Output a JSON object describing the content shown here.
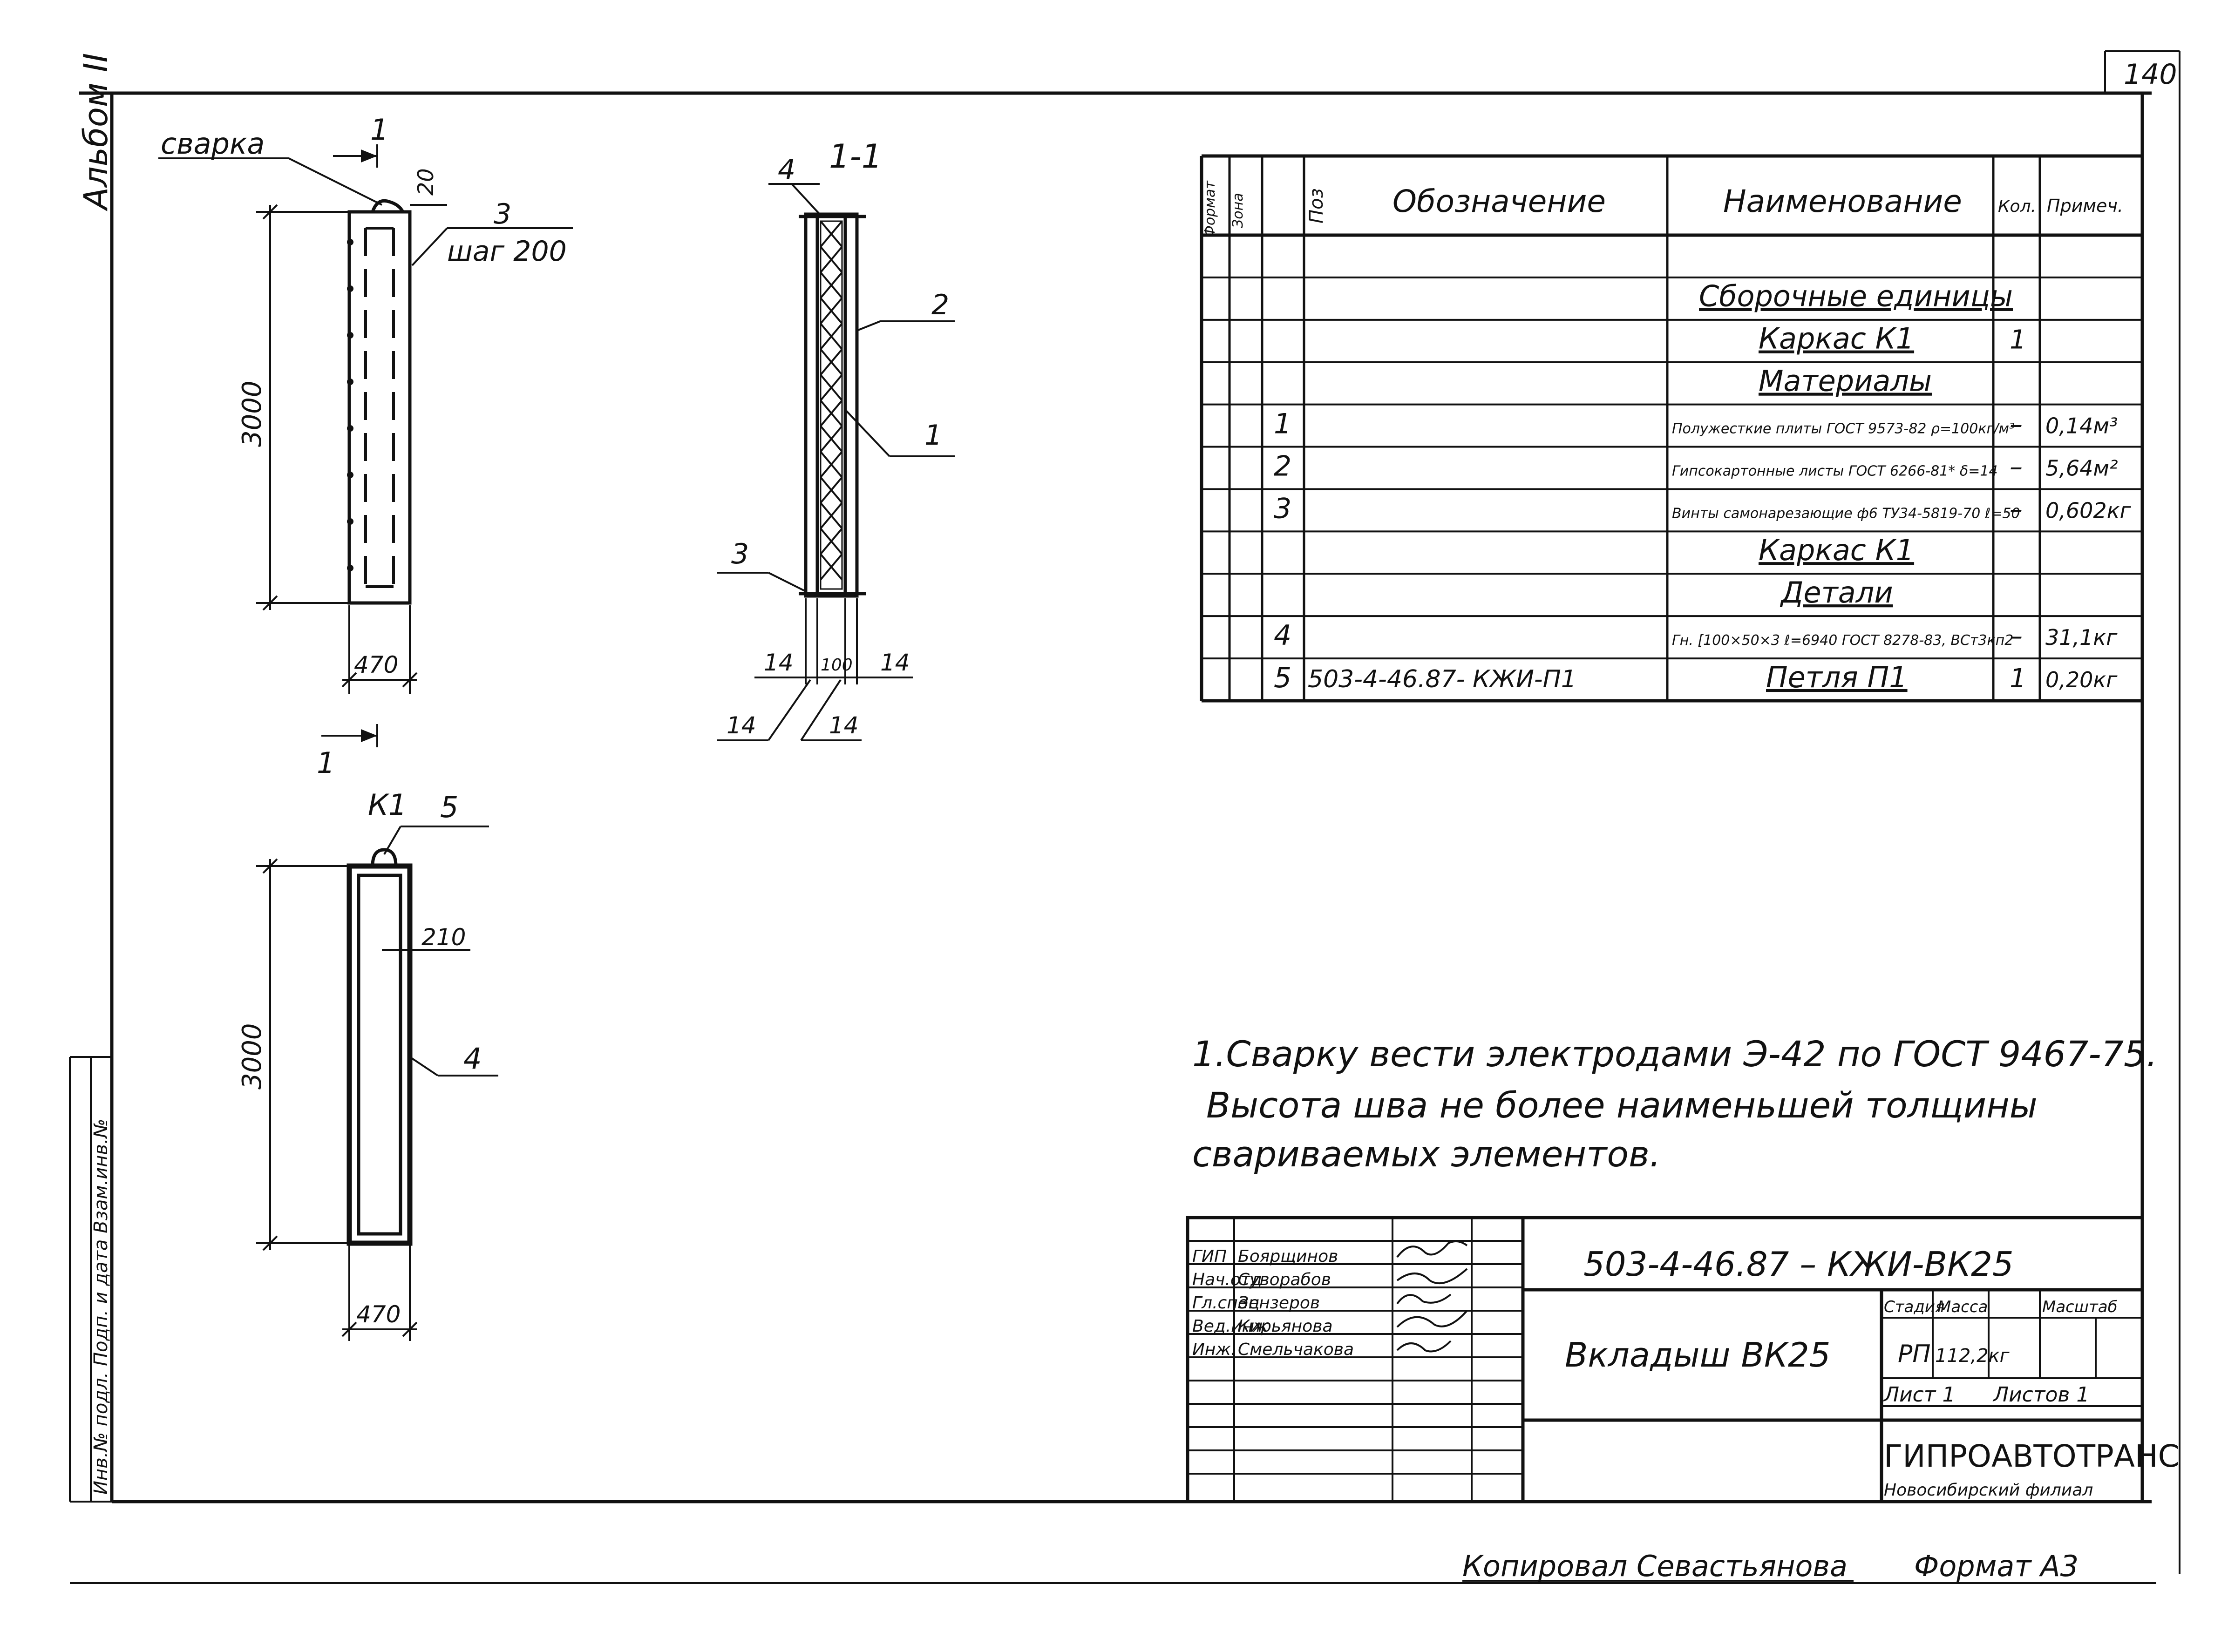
{
  "page_number": "140",
  "album_label": "Альбом II",
  "side_stamp": "Инв.№ подл.  Подп. и дата  Взам.инв.№",
  "views": {
    "front": {
      "weld_label": "сварка",
      "section_mark": "1",
      "dim_top": "20",
      "callout_num": "3",
      "callout_text": "шаг 200",
      "height_dim": "3000",
      "width_dim": "470"
    },
    "section": {
      "title": "1-1",
      "callout_4": "4",
      "callout_2": "2",
      "callout_1": "1",
      "callout_3": "3",
      "dims": [
        "14",
        "100",
        "14",
        "14",
        "14"
      ]
    },
    "frame": {
      "title": "К1",
      "callout_5": "5",
      "inner_dim": "210",
      "height_dim": "3000",
      "callout_4": "4",
      "width_dim": "470"
    }
  },
  "spec_table": {
    "headers": [
      "Формат",
      "Зона",
      "Поз",
      "Обозначение",
      "Наименование",
      "Кол.",
      "Примеч."
    ],
    "rows": [
      {
        "pos": "",
        "designation": "",
        "name": "",
        "qty": "",
        "note": ""
      },
      {
        "pos": "",
        "designation": "",
        "name": "Сборочные единицы",
        "qty": "",
        "note": ""
      },
      {
        "pos": "",
        "designation": "",
        "name": "Каркас К1",
        "qty": "1",
        "note": ""
      },
      {
        "pos": "",
        "designation": "",
        "name": "Материалы",
        "qty": "",
        "note": ""
      },
      {
        "pos": "1",
        "designation": "",
        "name": "Полужесткие плиты ГОСТ 9573-82 ρ=100кг/м³",
        "qty": "–",
        "note": "0,14м³"
      },
      {
        "pos": "2",
        "designation": "",
        "name": "Гипсокартонные листы ГОСТ 6266-81* δ=14",
        "qty": "–",
        "note": "5,64м²"
      },
      {
        "pos": "3",
        "designation": "",
        "name": "Винты самонарезающие ф6 ТУ34-5819-70 ℓ=50",
        "qty": "–",
        "note": "0,602кг"
      },
      {
        "pos": "",
        "designation": "",
        "name": "Каркас К1",
        "qty": "",
        "note": ""
      },
      {
        "pos": "",
        "designation": "",
        "name": "Детали",
        "qty": "",
        "note": ""
      },
      {
        "pos": "4",
        "designation": "",
        "name": "Гн. [100×50×3 ℓ=6940 ГОСТ 8278-83, ВСт3кп2",
        "qty": "–",
        "note": "31,1кг"
      },
      {
        "pos": "5",
        "designation": "503-4-46.87- КЖИ-П1",
        "name": "Петля П1",
        "qty": "1",
        "note": "0,20кг"
      }
    ]
  },
  "notes": [
    "1.Сварку вести электродами Э-42 по ГОСТ 9467-75.",
    "Высота шва не более наименьшей толщины",
    "свариваемых элементов."
  ],
  "title_block": {
    "code": "503-4-46.87    –  КЖИ-ВК25",
    "title": "Вкладыш ВК25",
    "roles": [
      "ГИП",
      "Нач.отд",
      "Гл.спец",
      "Вед.инж",
      "Инж."
    ],
    "names": [
      "Боярщинов",
      "Суворабов",
      "Зензеров",
      "Кирьянова",
      "Смельчакова"
    ],
    "stage_label": "Стадия",
    "mass_label": "Масса",
    "scale_label": "Масштаб",
    "stage": "РП",
    "mass": "112,2кг",
    "sheet_label": "Лист 1",
    "sheets_label": "Листов 1",
    "org": "ГИПРОАВТОТРАНС",
    "branch": "Новосибирский филиал"
  },
  "footer": {
    "copied": "Копировал Севастьянова",
    "format": "Формат А3"
  }
}
